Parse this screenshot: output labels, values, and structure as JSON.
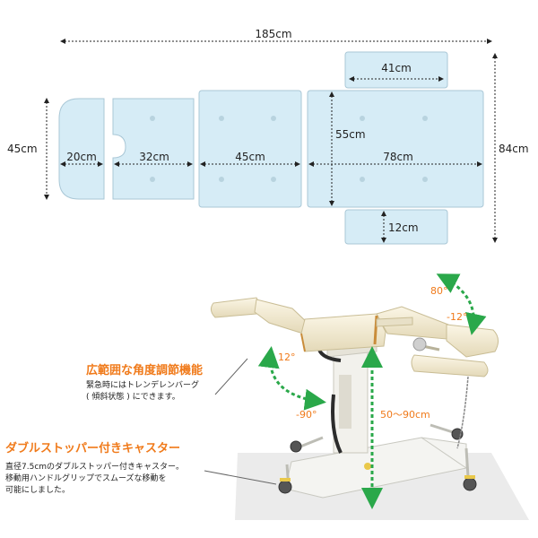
{
  "dimensions": {
    "total_length": "185cm",
    "total_width": "84cm",
    "head_height": "45cm",
    "head": "20cm",
    "upper": "32cm",
    "middle": "45cm",
    "leg": "78cm",
    "leg_height": "55cm",
    "arm_top": "41cm",
    "arm_bottom": "12cm"
  },
  "angles": {
    "leg_up": "80°",
    "leg_down": "-12°",
    "back_up": "12°",
    "back_down": "-90°",
    "height_range": "50～90cm"
  },
  "features": [
    {
      "title": "広範囲な角度調節機能",
      "lines": [
        "緊急時にはトレンデレンバーグ",
        "( 傾斜状態 ) にできます。"
      ]
    },
    {
      "title": "ダブルストッパー付きキャスター",
      "lines": [
        "直径7.5cmのダブルストッパー付きキャスター。",
        "移動用ハンドルグリップでスムーズな移動を",
        "可能にしました。"
      ]
    }
  ],
  "colors": {
    "accent": "#f07a1a",
    "arrow_green": "#2aa84a",
    "panel_fill": "#d6ecf6",
    "panel_stroke": "#a9c7d6"
  }
}
